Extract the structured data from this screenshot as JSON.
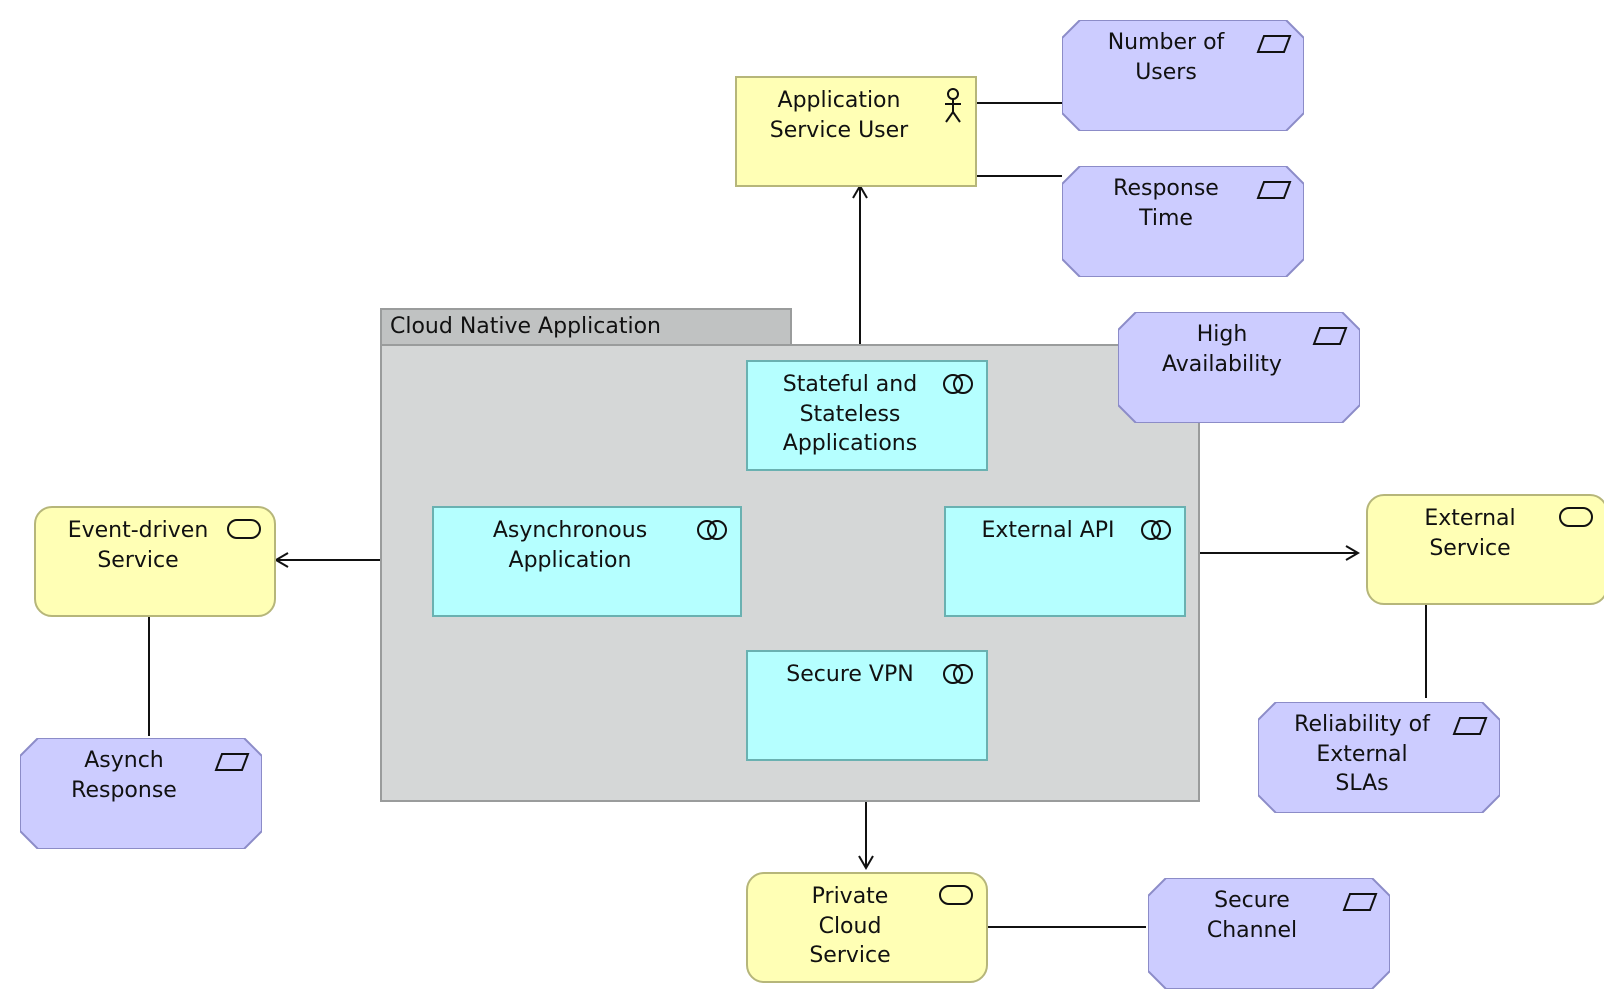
{
  "group": {
    "title": "Cloud Native Application"
  },
  "nodes": {
    "app_user": {
      "label": "Application\nService User",
      "kind": "actor"
    },
    "num_users": {
      "label": "Number of\nUsers",
      "kind": "requirement"
    },
    "response_time": {
      "label": "Response\nTime",
      "kind": "requirement"
    },
    "high_avail": {
      "label": "High\nAvailability",
      "kind": "requirement"
    },
    "stateful": {
      "label": "Stateful and\nStateless\nApplications",
      "kind": "interface"
    },
    "async_app": {
      "label": "Asynchronous\nApplication",
      "kind": "interface"
    },
    "external_api": {
      "label": "External API",
      "kind": "interface"
    },
    "secure_vpn": {
      "label": "Secure VPN",
      "kind": "interface"
    },
    "event_service": {
      "label": "Event-driven\nService",
      "kind": "service"
    },
    "external_service": {
      "label": "External\nService",
      "kind": "service"
    },
    "private_cloud": {
      "label": "Private\nCloud\nService",
      "kind": "service"
    },
    "async_response": {
      "label": "Asynch\nResponse",
      "kind": "requirement"
    },
    "reliability": {
      "label": "Reliability of\nExternal\nSLAs",
      "kind": "requirement"
    },
    "secure_channel": {
      "label": "Secure\nChannel",
      "kind": "requirement"
    }
  },
  "icons": {
    "actor": "actor-icon",
    "requirement": "parallelogram-icon",
    "interface": "interface-rings-icon",
    "service": "service-pill-icon"
  },
  "colors": {
    "business": "#ffffb5",
    "application": "#b5ffff",
    "motivation": "#ccccff",
    "group": "#d5d7d7"
  }
}
